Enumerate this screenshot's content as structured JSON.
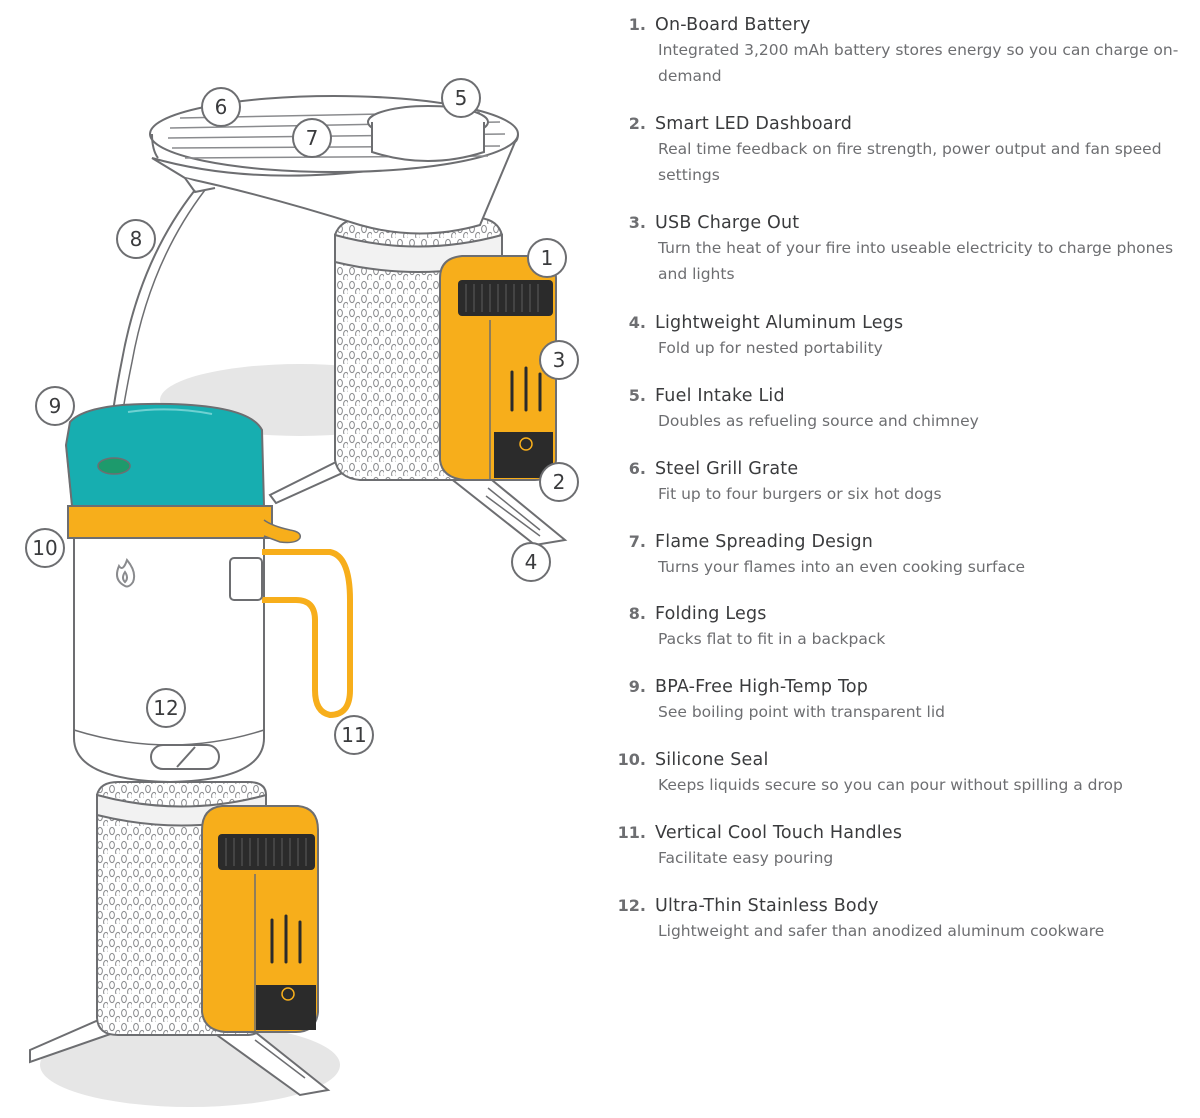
{
  "colors": {
    "accent_orange": "#f7ae1b",
    "teal_lid": "#17aeb0",
    "outline": "#6d6e71",
    "body_white": "#ffffff",
    "shadow": "#e3e3e3",
    "dark": "#2b2b2b"
  },
  "callouts": [
    "1",
    "2",
    "3",
    "4",
    "5",
    "6",
    "7",
    "8",
    "9",
    "10",
    "11",
    "12"
  ],
  "features": [
    {
      "number": "1.",
      "title": "On-Board Battery",
      "description": "Integrated 3,200 mAh battery stores energy so you can charge on-demand"
    },
    {
      "number": "2.",
      "title": "Smart LED Dashboard",
      "description": "Real time feedback on fire strength, power output and fan speed settings"
    },
    {
      "number": "3.",
      "title": "USB Charge Out",
      "description": "Turn the heat of your fire into useable electricity to charge phones and lights"
    },
    {
      "number": "4.",
      "title": "Lightweight Aluminum Legs",
      "description": "Fold up for nested portability"
    },
    {
      "number": "5.",
      "title": "Fuel Intake Lid",
      "description": "Doubles as refueling source and chimney"
    },
    {
      "number": "6.",
      "title": "Steel Grill Grate",
      "description": "Fit up to four burgers or six hot dogs"
    },
    {
      "number": "7.",
      "title": "Flame Spreading Design",
      "description": "Turns your flames into an even cooking surface"
    },
    {
      "number": "8.",
      "title": "Folding Legs",
      "description": "Packs flat to fit in a backpack"
    },
    {
      "number": "9.",
      "title": "BPA-Free High-Temp Top",
      "description": "See boiling point with transparent lid"
    },
    {
      "number": "10.",
      "title": "Silicone Seal",
      "description": "Keeps liquids secure so you can pour without spilling a drop"
    },
    {
      "number": "11.",
      "title": "Vertical Cool Touch Handles",
      "description": "Facilitate easy pouring"
    },
    {
      "number": "12.",
      "title": "Ultra-Thin Stainless Body",
      "description": "Lightweight and safer than anodized aluminum cookware"
    }
  ]
}
